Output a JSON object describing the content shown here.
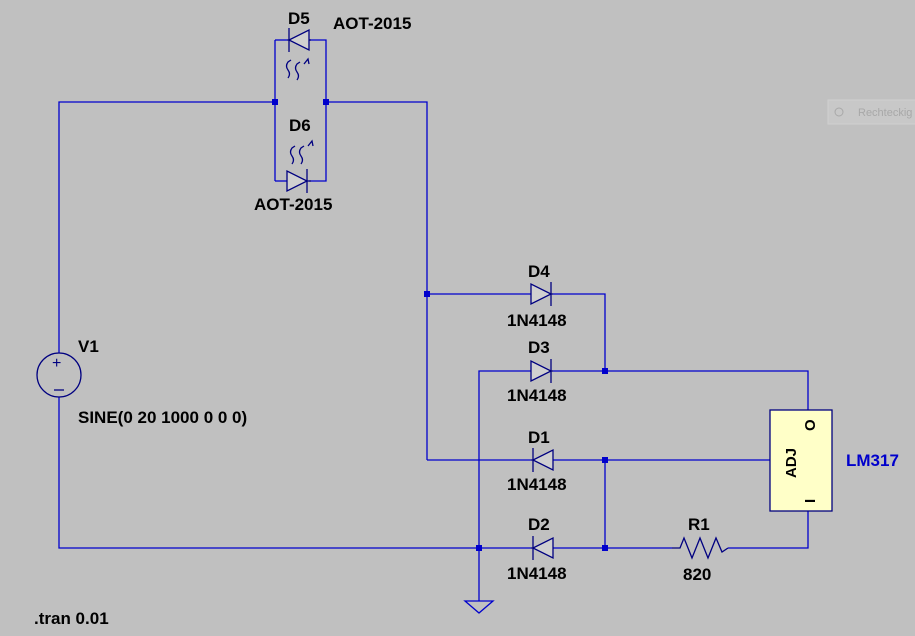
{
  "components": {
    "d5": {
      "ref": "D5",
      "value": "AOT-2015"
    },
    "d6": {
      "ref": "D6",
      "value": "AOT-2015"
    },
    "d4": {
      "ref": "D4",
      "value": "1N4148"
    },
    "d3": {
      "ref": "D3",
      "value": "1N4148"
    },
    "d1": {
      "ref": "D1",
      "value": "1N4148"
    },
    "d2": {
      "ref": "D2",
      "value": "1N4148"
    },
    "r1": {
      "ref": "R1",
      "value": "820"
    },
    "v1": {
      "ref": "V1",
      "value": "SINE(0 20 1000 0 0 0)"
    },
    "u1": {
      "value": "LM317",
      "pin_adj": "ADJ",
      "pin_out": "O",
      "pin_in": "I"
    }
  },
  "directive": ".tran 0.01",
  "overlay": {
    "label": "Rechteckig",
    "icon": "gear-icon"
  },
  "colors": {
    "wire": "#0000cc",
    "symbol": "#000080",
    "background": "#c0c0c0",
    "regulator_fill": "#ffffc8"
  }
}
